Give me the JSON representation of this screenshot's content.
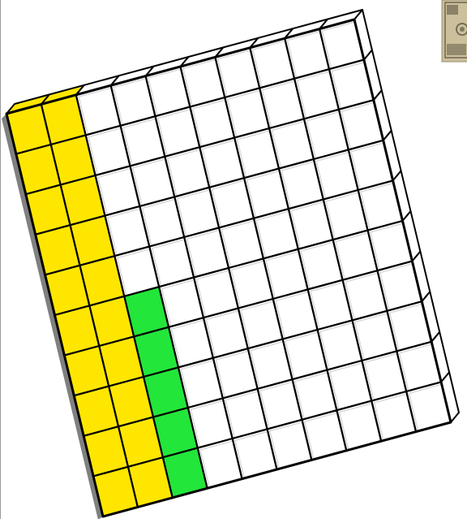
{
  "grid": {
    "rows": 10,
    "cols": 10,
    "shaded_yellow_columns": 2,
    "shaded_green_column": 3,
    "shaded_green_rows": 5,
    "colors": {
      "yellow": "#ffe600",
      "green": "#22e63a",
      "white": "#ffffff",
      "line": "#000000",
      "shadow": "#808080"
    }
  },
  "banknote": {
    "icon": "dollar-bill-icon",
    "colors": {
      "paper": "#cbbf9c",
      "ink": "#6e6650"
    }
  }
}
